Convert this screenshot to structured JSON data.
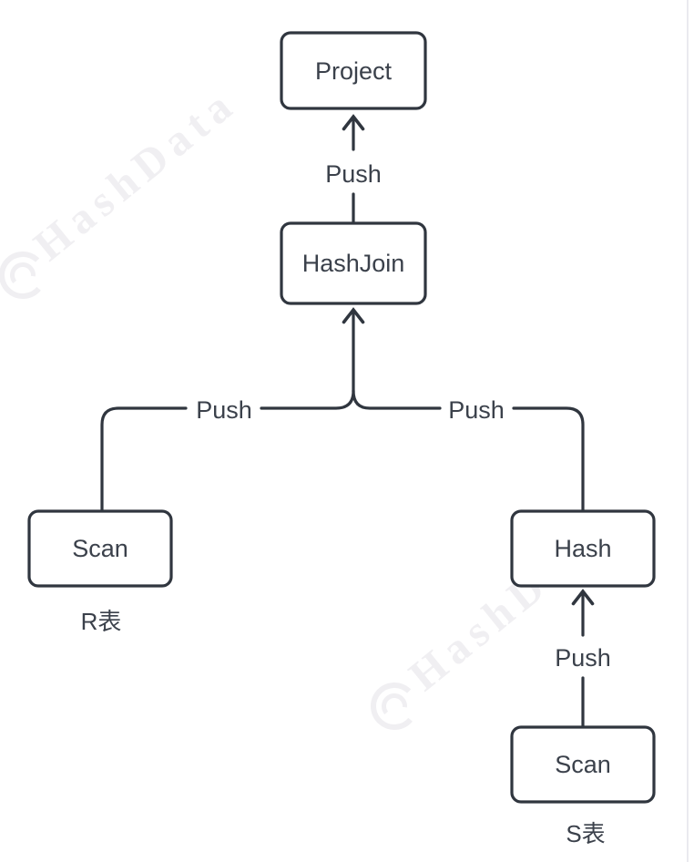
{
  "page": {
    "background": "#ffffff",
    "edge_color": "#e4e4ea"
  },
  "diagram": {
    "type": "flow",
    "description": "Push-based query execution plan",
    "nodes": [
      {
        "id": "project",
        "label": "Project"
      },
      {
        "id": "hashjoin",
        "label": "HashJoin"
      },
      {
        "id": "scan_r",
        "label": "Scan",
        "caption": "R表"
      },
      {
        "id": "hash",
        "label": "Hash"
      },
      {
        "id": "scan_s",
        "label": "Scan",
        "caption": "S表"
      }
    ],
    "edges": [
      {
        "from": "hashjoin",
        "to": "project",
        "label": "Push"
      },
      {
        "from": "scan_r",
        "to": "hashjoin",
        "label": "Push"
      },
      {
        "from": "hash",
        "to": "hashjoin",
        "label": "Push"
      },
      {
        "from": "scan_s",
        "to": "hash",
        "label": "Push"
      }
    ],
    "colors": {
      "node_stroke": "#30363f",
      "node_fill": "#ffffff",
      "label_text": "#3b414b",
      "watermark": "#f0eff2"
    },
    "watermark": {
      "text": "HashData",
      "logo": "hashdata-ring-logo"
    }
  }
}
